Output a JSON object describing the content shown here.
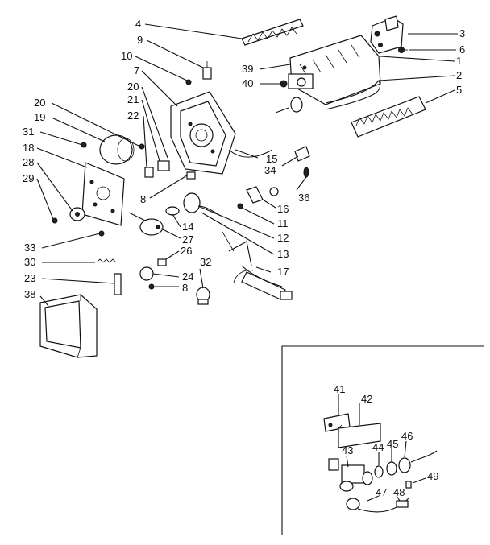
{
  "labels": {
    "l1": "1",
    "l2": "2",
    "l3": "3",
    "l4": "4",
    "l5": "5",
    "l6": "6",
    "l7": "7",
    "l8a": "8",
    "l8b": "8",
    "l9": "9",
    "l10": "10",
    "l11": "11",
    "l12": "12",
    "l13": "13",
    "l14": "14",
    "l15": "15",
    "l16": "16",
    "l17": "17",
    "l18": "18",
    "l19": "19",
    "l20a": "20",
    "l20b": "20",
    "l21": "21",
    "l22": "22",
    "l23": "23",
    "l24": "24",
    "l26": "26",
    "l27": "27",
    "l28": "28",
    "l29": "29",
    "l30": "30",
    "l31": "31",
    "l32": "32",
    "l33": "33",
    "l34": "34",
    "l36": "36",
    "l38": "38",
    "l39": "39",
    "l40": "40",
    "l41": "41",
    "l42": "42",
    "l43": "43",
    "l44": "44",
    "l45": "45",
    "l46": "46",
    "l47": "47",
    "l48": "48",
    "l49": "49"
  }
}
